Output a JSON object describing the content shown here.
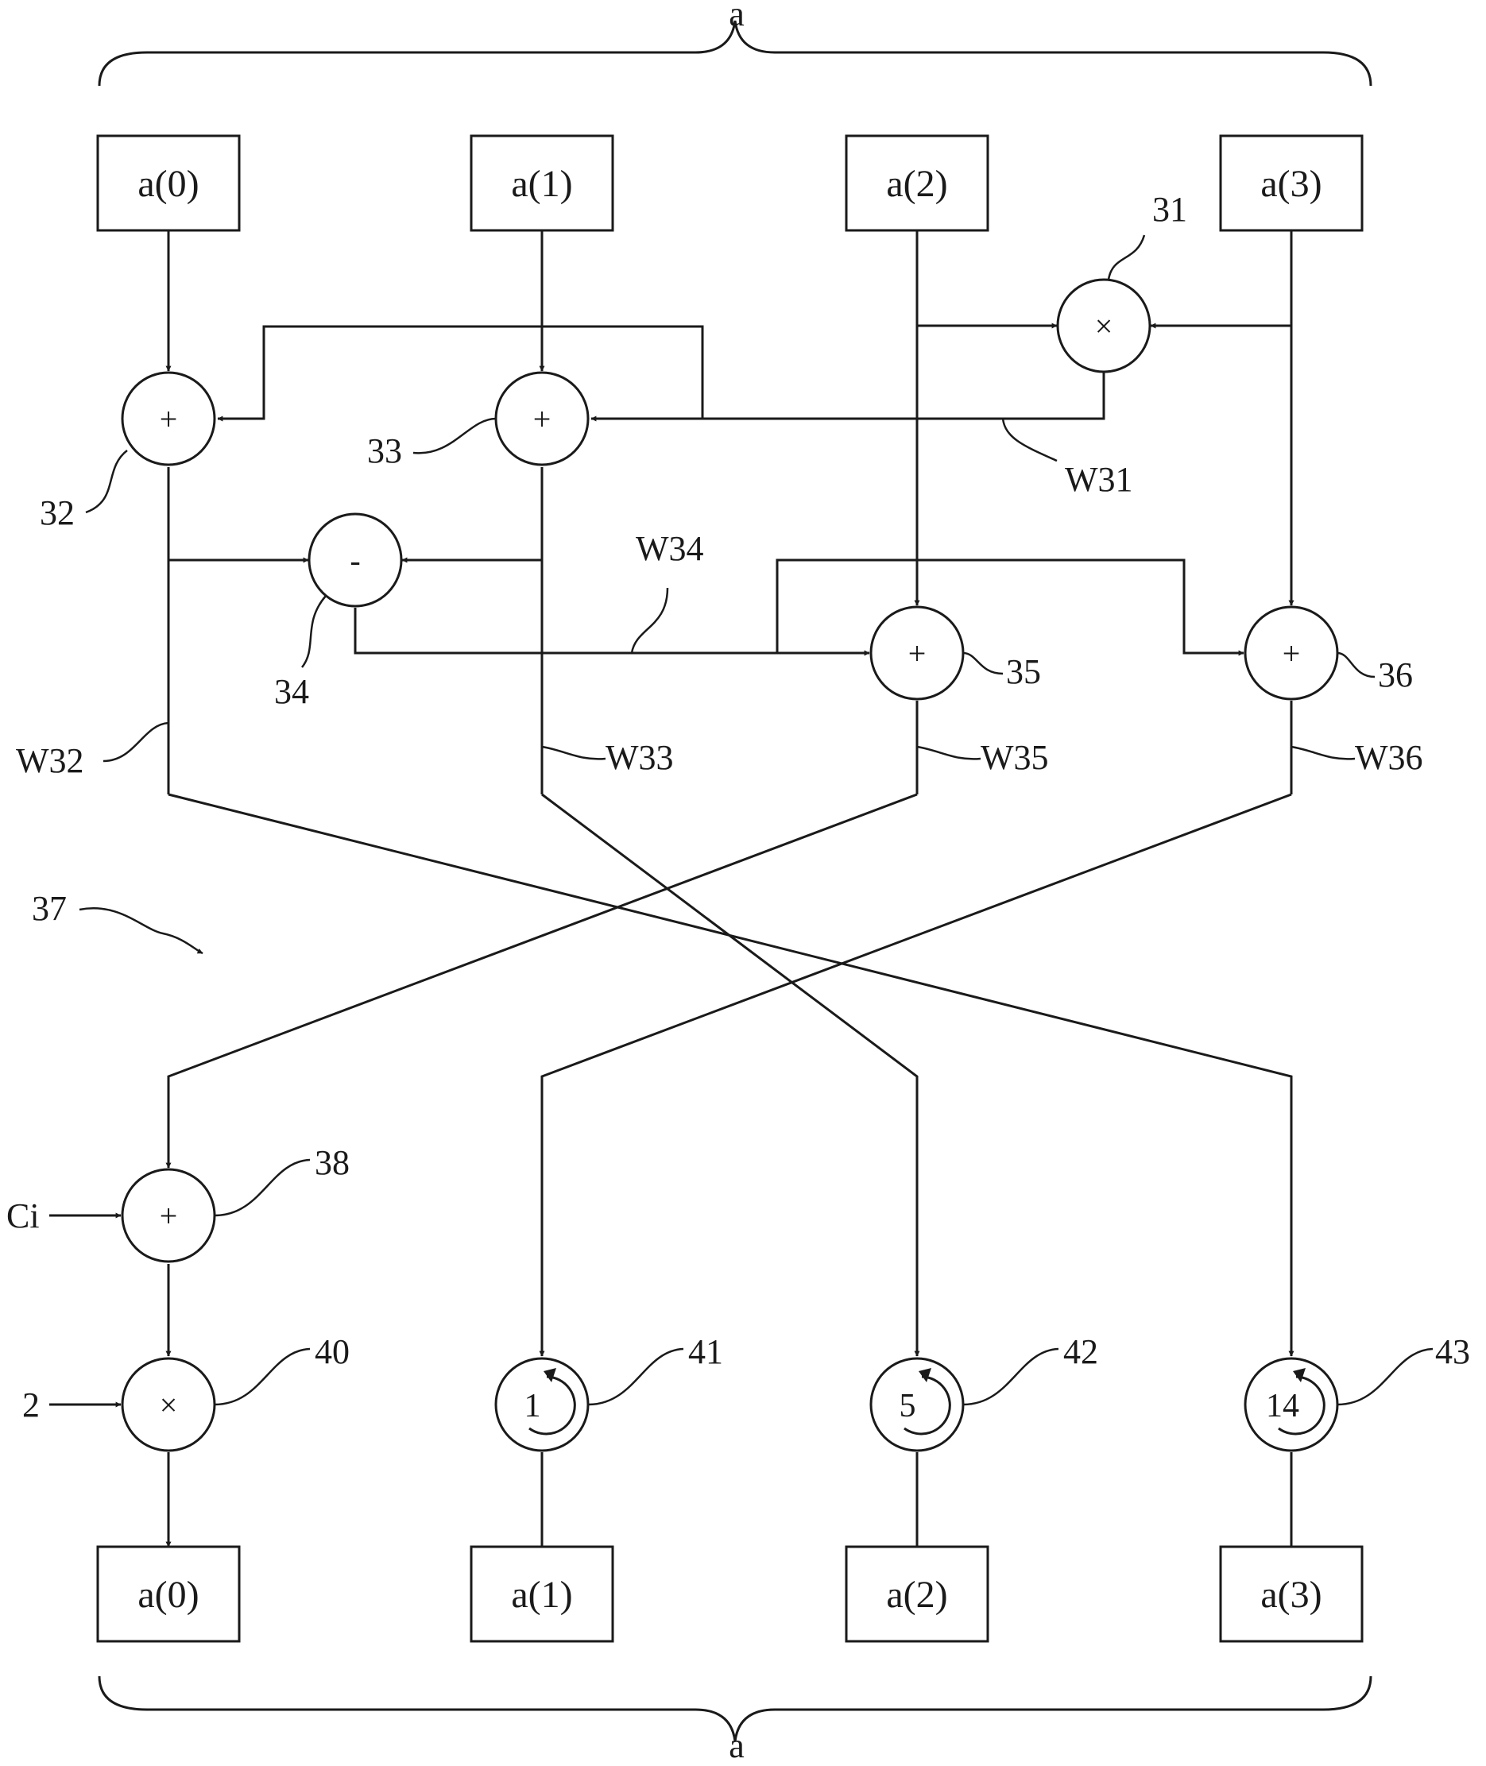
{
  "brace_top_label": "a",
  "brace_bottom_label": "a",
  "inputs": [
    "a(0)",
    "a(1)",
    "a(2)",
    "a(3)"
  ],
  "outputs": [
    "a(0)",
    "a(1)",
    "a(2)",
    "a(3)"
  ],
  "ops": {
    "n31": {
      "symbol": "×",
      "ref": "31"
    },
    "n32": {
      "symbol": "+",
      "ref": "32"
    },
    "n33": {
      "symbol": "+",
      "ref": "33"
    },
    "n34": {
      "symbol": "-",
      "ref": "34"
    },
    "n35": {
      "symbol": "+",
      "ref": "35"
    },
    "n36": {
      "symbol": "+",
      "ref": "36"
    },
    "n38": {
      "symbol": "+",
      "ref": "38"
    },
    "n40": {
      "symbol": "×",
      "ref": "40"
    }
  },
  "rotations": [
    {
      "amount": "1",
      "ref": "41"
    },
    {
      "amount": "5",
      "ref": "42"
    },
    {
      "amount": "14",
      "ref": "43"
    }
  ],
  "wire_labels": {
    "w31": "W31",
    "w32": "W32",
    "w33": "W33",
    "w34": "W34",
    "w35": "W35",
    "w36": "W36"
  },
  "network_ref": "37",
  "side_inputs": {
    "ci": "Ci",
    "two": "2"
  }
}
